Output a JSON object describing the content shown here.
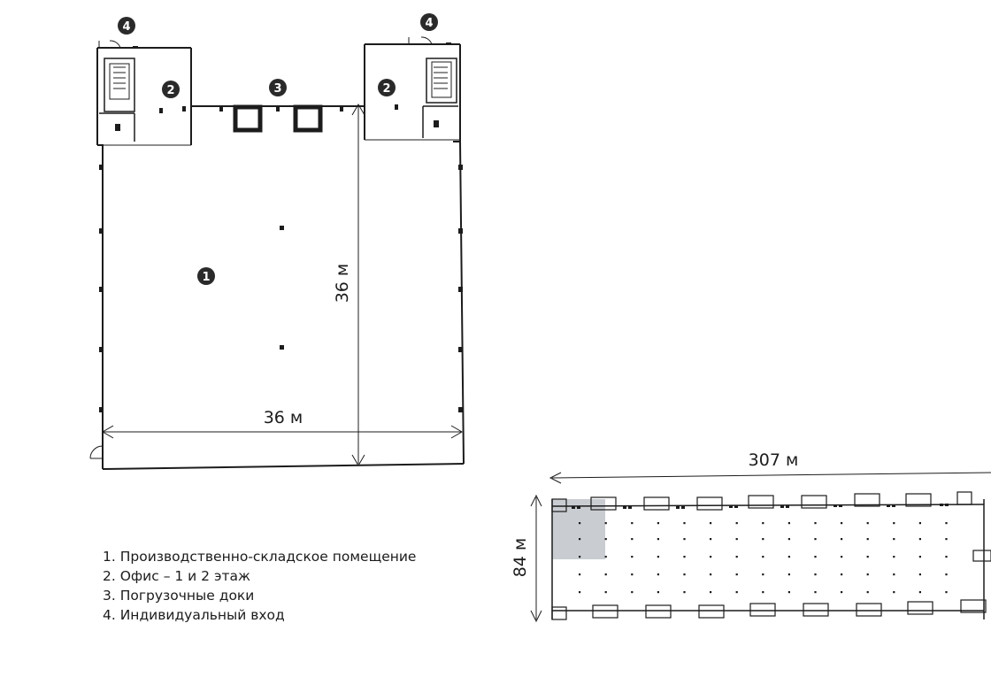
{
  "dimensions": {
    "plan_height": "36 м",
    "plan_width": "36 м",
    "site_length": "307 м",
    "site_width": "84 м"
  },
  "markers": {
    "entrance": "4",
    "office": "2",
    "docks": "3",
    "warehouse": "1"
  },
  "legend": [
    "1. Производственно-складское помещение",
    "2. Офис – 1 и 2 этаж",
    "3. Погрузочные доки",
    "4. Индивидуальный вход"
  ],
  "colors": {
    "line": "#1c1c1c",
    "highlight": "#c9ccd1"
  }
}
